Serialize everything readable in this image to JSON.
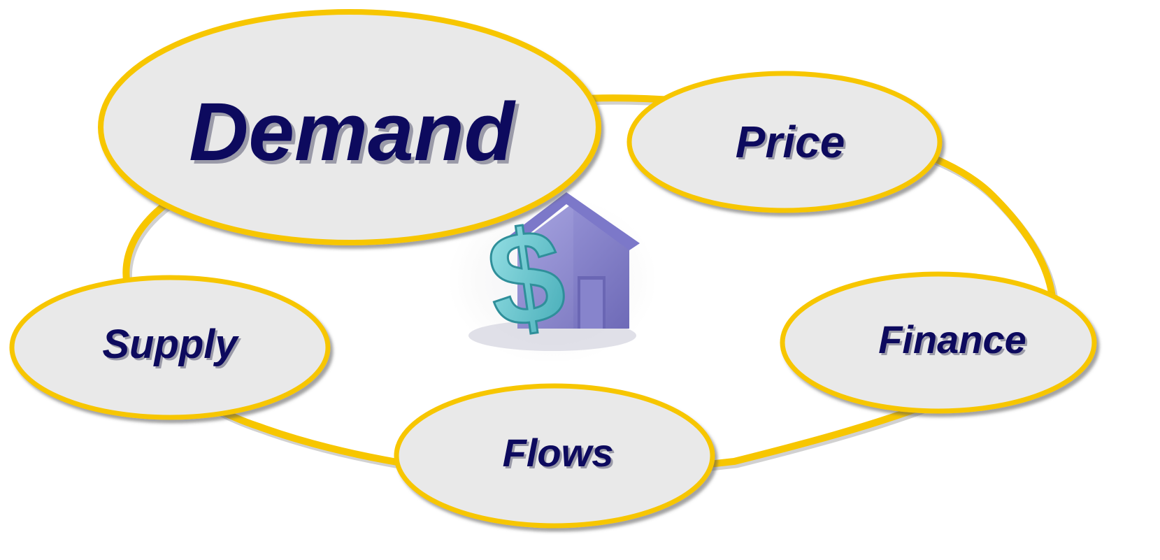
{
  "diagram": {
    "type": "cycle",
    "center_icon": "house-with-dollar-sign-icon",
    "nodes": {
      "demand": "Demand",
      "price": "Price",
      "finance": "Finance",
      "flows": "Flows",
      "supply": "Supply"
    }
  },
  "colors": {
    "node_fill": "#e9e9e9",
    "node_border": "#f7c600",
    "connector": "#f7c600",
    "label": "#0d0a5e",
    "house": "#8a87cf",
    "dollar": "#6fcfd4"
  }
}
